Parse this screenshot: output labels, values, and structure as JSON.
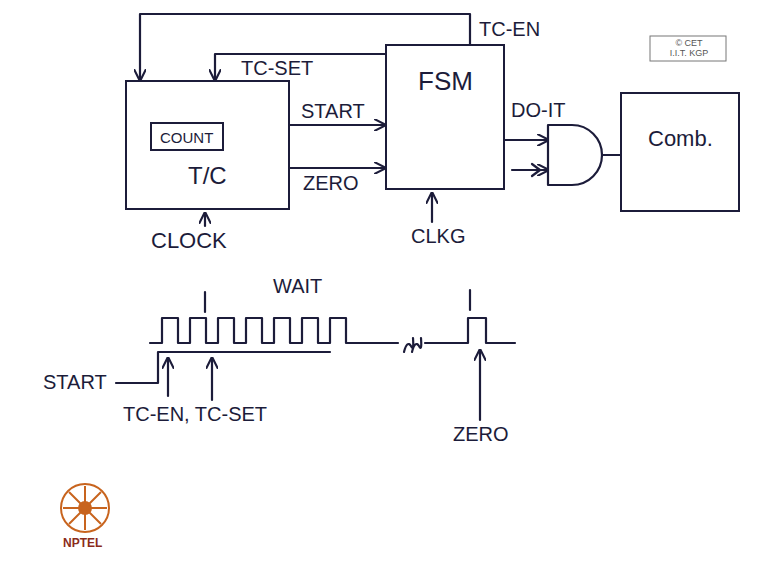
{
  "diagram": {
    "nodes": [
      {
        "text": [
          "T/C"
        ]
      },
      {
        "text": [
          "COUNT"
        ],
        "in": 0
      },
      {
        "text": [
          "FSM"
        ]
      },
      {
        "text": [
          "Comb."
        ]
      }
    ],
    "edges": [
      {
        "from": 2,
        "to": 0,
        "label": "TC-SET",
        "arrow": "to"
      },
      {
        "from": 2,
        "to": 0,
        "label": "TC-EN",
        "arrow": "to"
      },
      {
        "from": 0,
        "to": 2,
        "label": "START",
        "arrow": "to"
      },
      {
        "from": 0,
        "to": 2,
        "label": "ZERO",
        "arrow": "to"
      }
    ],
    "labels": [
      "DO-IT",
      "CLOCK",
      "CLKG",
      "WAIT",
      "START",
      "TC-EN, TC-SET",
      "ZERO",
      "© CET",
      "I.I.T. KGP",
      "NPTEL"
    ]
  }
}
